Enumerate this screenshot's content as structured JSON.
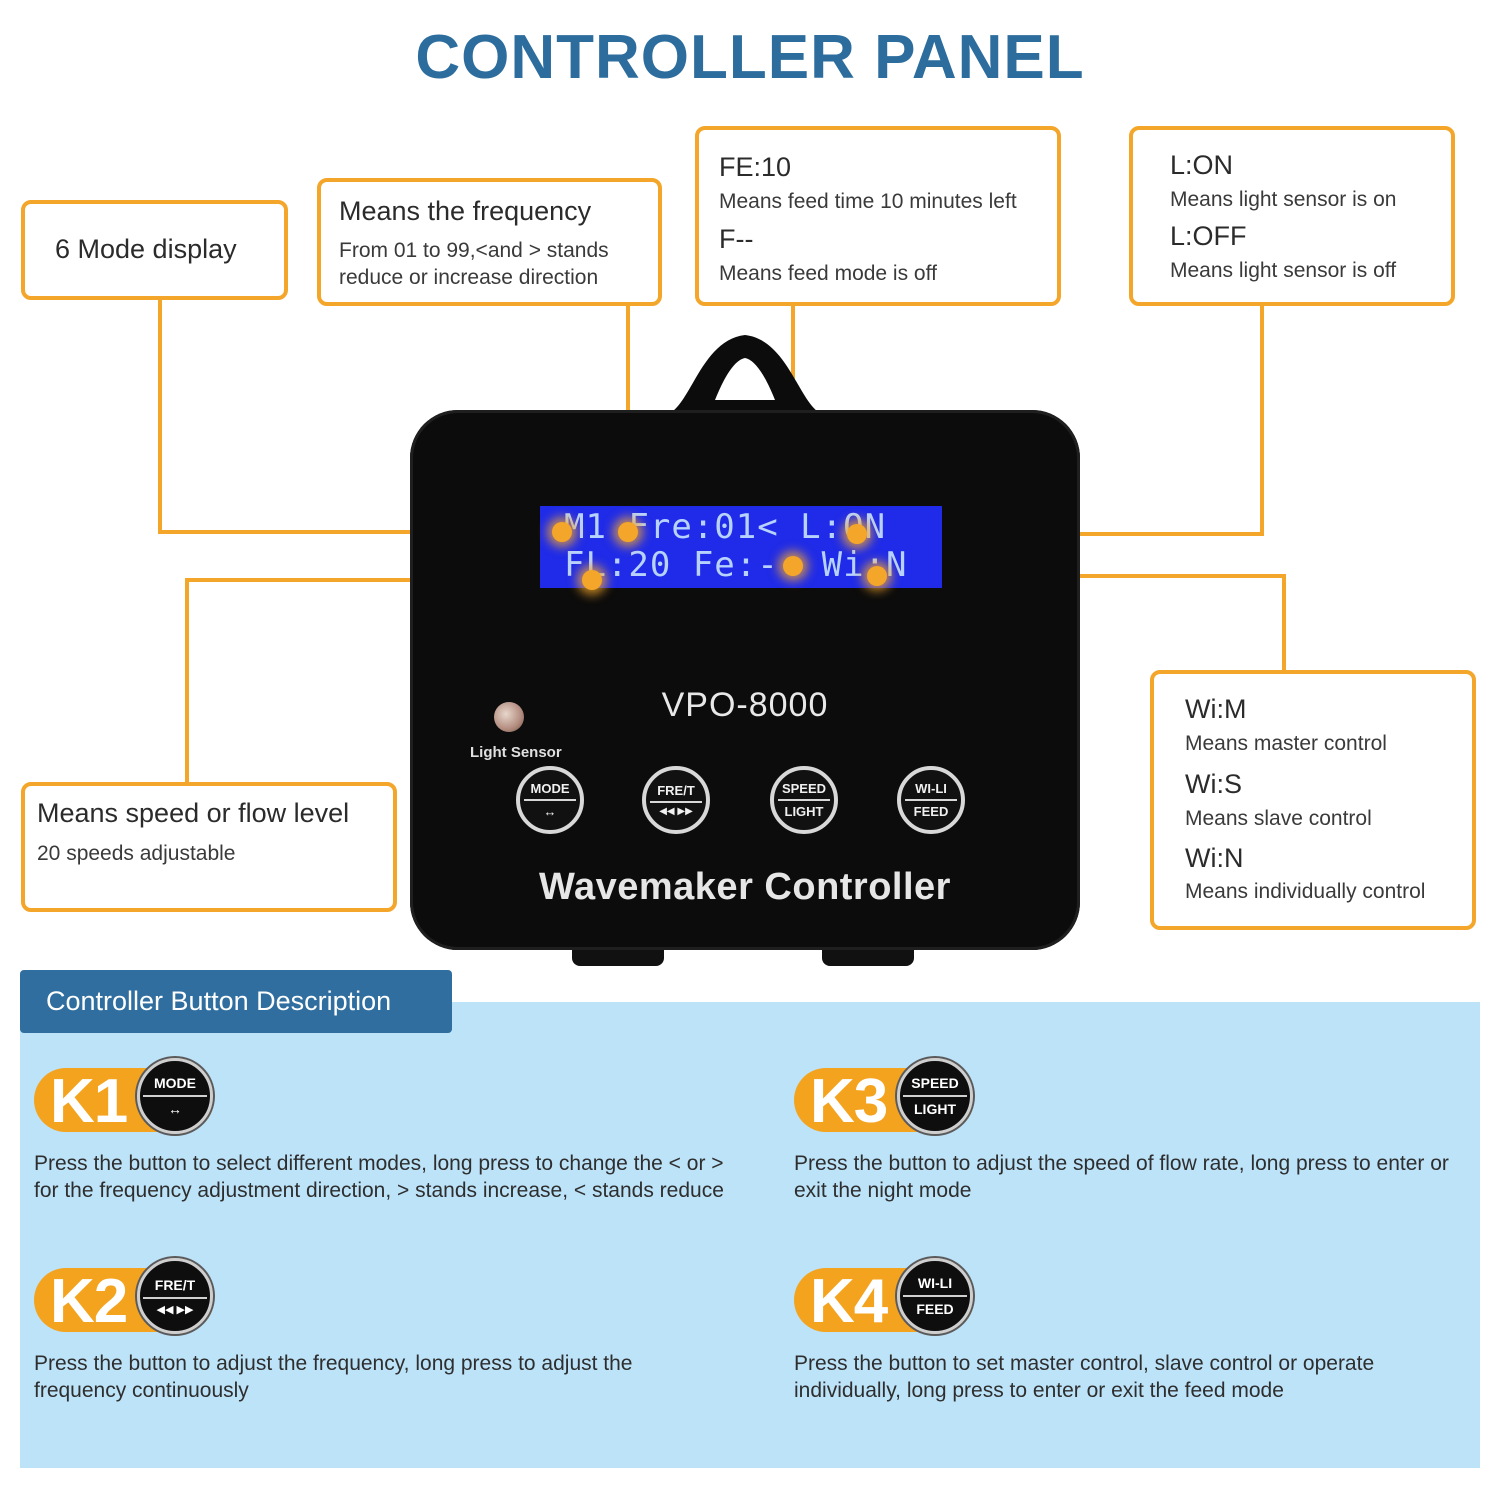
{
  "title": "CONTROLLER PANEL",
  "callouts": {
    "mode": {
      "heading": "6 Mode display"
    },
    "frequency": {
      "heading": "Means the frequency",
      "text": "From 01 to 99,<and > stands reduce or increase direction"
    },
    "feed": {
      "h1": "FE:10",
      "d1": "Means feed time 10 minutes left",
      "h2": "F--",
      "d2": "Means feed mode is off"
    },
    "light": {
      "h1": "L:ON",
      "d1": "Means light sensor is on",
      "h2": "L:OFF",
      "d2": "Means light sensor is off"
    },
    "speed": {
      "heading": "Means speed or flow level",
      "text": "20 speeds adjustable"
    },
    "wifi": {
      "h1": "Wi:M",
      "d1": "Means master control",
      "h2": "Wi:S",
      "d2": "Means slave control",
      "h3": "Wi:N",
      "d3": "Means individually control"
    }
  },
  "device": {
    "lcd_line1": "M1 Fre:01< L:ON",
    "lcd_line2": "FL:20 Fe:-- Wi:N",
    "model": "VPO-8000",
    "brand": "Wavemaker Controller",
    "sensor_label": "Light Sensor",
    "buttons": [
      {
        "top": "MODE",
        "bottom": "↔"
      },
      {
        "top": "FRE/T",
        "bottom": "◀◀ ▶▶"
      },
      {
        "top": "SPEED",
        "bottom": "LIGHT"
      },
      {
        "top": "WI-LI",
        "bottom": "FEED"
      }
    ]
  },
  "description": {
    "title": "Controller Button Description",
    "keys": [
      {
        "key": "K1",
        "btn_top": "MODE",
        "btn_bottom": "↔",
        "text": "Press the button to select different modes, long press to change the < or > for the frequency adjustment direction, > stands increase, < stands reduce"
      },
      {
        "key": "K2",
        "btn_top": "FRE/T",
        "btn_bottom": "◀◀ ▶▶",
        "text": "Press the button to adjust the frequency, long press to adjust the frequency continuously"
      },
      {
        "key": "K3",
        "btn_top": "SPEED",
        "btn_bottom": "LIGHT",
        "text": "Press the button to adjust the speed of flow rate, long press to enter or exit the night mode"
      },
      {
        "key": "K4",
        "btn_top": "WI-LI",
        "btn_bottom": "FEED",
        "text": "Press the button to set master control, slave control or operate individually, long press to enter or exit the feed mode"
      }
    ]
  },
  "colors": {
    "accent": "#f4a62a",
    "title": "#2c6d9e",
    "panel": "#bde3f9",
    "lcd": "#1f2be8"
  }
}
